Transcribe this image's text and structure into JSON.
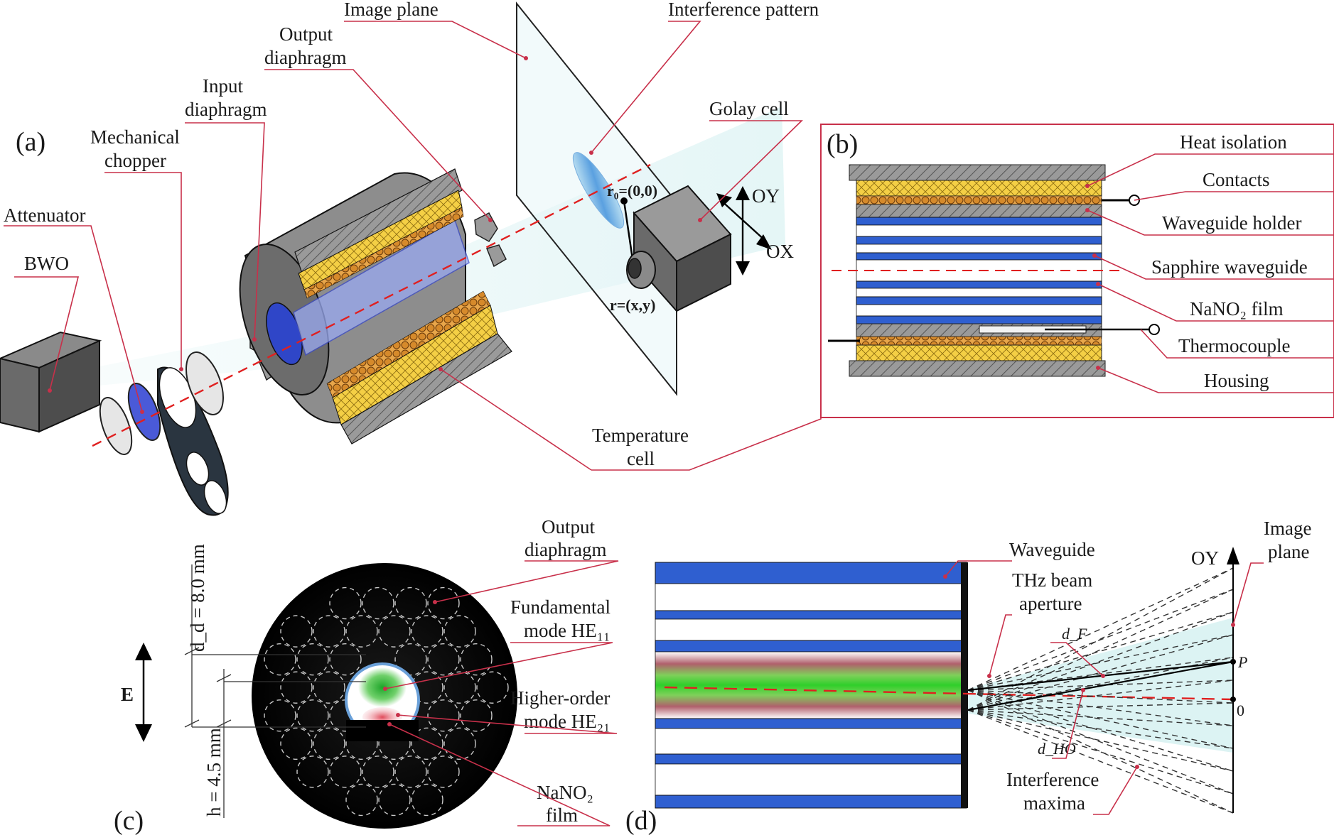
{
  "panels": {
    "a": "(a)",
    "b": "(b)",
    "c": "(c)",
    "d": "(d)"
  },
  "panel_a": {
    "bwo": "BWO",
    "attenuator": "Attenuator",
    "chopper": [
      "Mechanical",
      "chopper"
    ],
    "input_diaphragm": [
      "Input",
      "diaphragm"
    ],
    "output_diaphragm": [
      "Output",
      "diaphragm"
    ],
    "image_plane": "Image plane",
    "interference_pattern": "Interference pattern",
    "golay_cell": "Golay cell",
    "temperature_cell": [
      "Temperature",
      "cell"
    ],
    "r0_label": "r₀=(0,0)",
    "r_label": "r=(x,y)",
    "oy": "OY",
    "ox": "OX"
  },
  "panel_b": {
    "heat_isolation": "Heat isolation",
    "contacts": "Contacts",
    "waveguide_holder": "Waveguide holder",
    "sapphire_waveguide": "Sapphire waveguide",
    "nano2_film": "NaNO₂ film",
    "thermocouple": "Thermocouple",
    "housing": "Housing"
  },
  "panel_c": {
    "output_diaphragm": [
      "Output",
      "diaphragm"
    ],
    "fundamental_mode": [
      "Fundamental",
      "mode HE₁₁"
    ],
    "higher_order_mode": [
      "Higher-order",
      "mode HE₂₁"
    ],
    "nano2_film": [
      "NaNO₂",
      "film"
    ],
    "dd_label": "d_d = 8.0 mm",
    "h_label": "h = 4.5 mm",
    "e_label": "E"
  },
  "panel_d": {
    "waveguide": "Waveguide",
    "beam_aperture": [
      "THz beam",
      "aperture"
    ],
    "image_plane": [
      "Image",
      "plane"
    ],
    "oy": "OY",
    "p": "P",
    "zero": "0",
    "d_f": "d_F",
    "d_ho": "d_HO",
    "interference_maxima": [
      "Interference",
      "maxima"
    ]
  },
  "colors": {
    "leader": "#c8304a",
    "sapphire_blue": "#2f5fd0",
    "gold": "#f0c93a",
    "hatch_gray": "#8a8a8a",
    "cell_gray": "#6e6e6e",
    "beam_cyan": "#cfeff0",
    "mode_green": "#36c23a",
    "mode_red": "#d94b5a",
    "axis_red": "#e02020"
  }
}
